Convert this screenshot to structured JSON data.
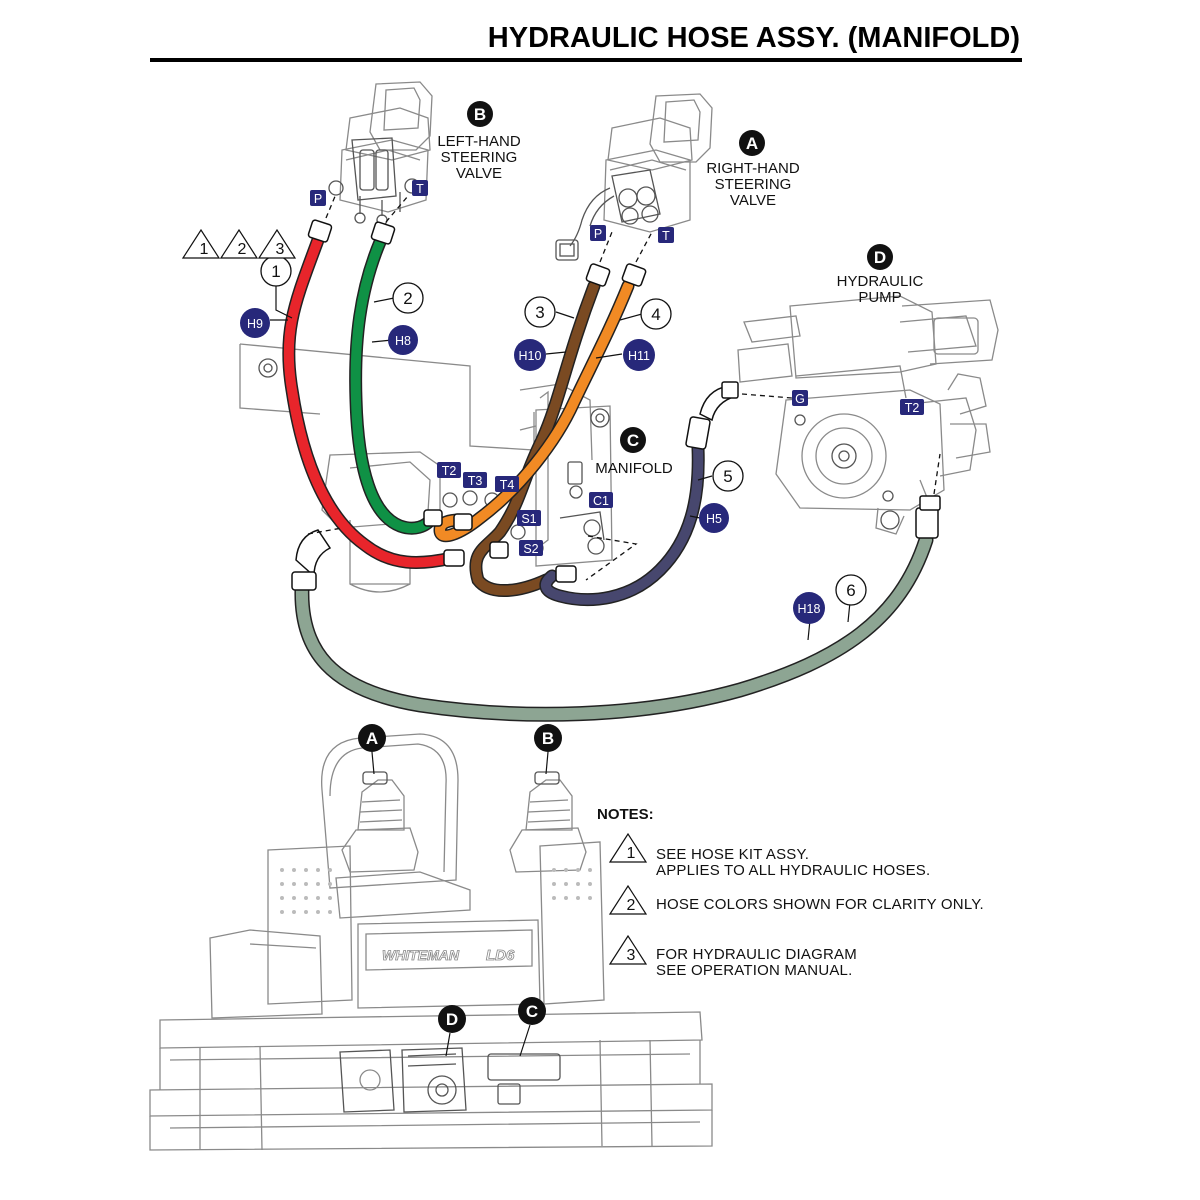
{
  "title": "HYDRAULIC HOSE ASSY. (MANIFOLD)",
  "components": {
    "A": {
      "letter": "A",
      "label_lines": [
        "RIGHT-HAND",
        "STEERING",
        "VALVE"
      ]
    },
    "B": {
      "letter": "B",
      "label_lines": [
        "LEFT-HAND",
        "STEERING",
        "VALVE"
      ]
    },
    "C": {
      "letter": "C",
      "label_lines": [
        "MANIFOLD"
      ]
    },
    "D": {
      "letter": "D",
      "label_lines": [
        "HYDRAULIC",
        "PUMP"
      ]
    }
  },
  "ports": {
    "b_p": "P",
    "b_t": "T",
    "a_p": "P",
    "a_t": "T",
    "m_t2": "T2",
    "m_t3": "T3",
    "m_t4": "T4",
    "m_c1": "C1",
    "m_s1": "S1",
    "m_s2": "S2",
    "pump_g": "G",
    "pump_t2": "T2"
  },
  "hoses": [
    {
      "item": "1",
      "code": "H9",
      "color": "#e8252b"
    },
    {
      "item": "2",
      "code": "H8",
      "color": "#0f9145"
    },
    {
      "item": "3",
      "code": "H10",
      "color": "#7a4a22"
    },
    {
      "item": "4",
      "code": "H11",
      "color": "#f18a24"
    },
    {
      "item": "5",
      "code": "H5",
      "color": "#47476e"
    },
    {
      "item": "6",
      "code": "H18",
      "color": "#8da593"
    }
  ],
  "note_refs": [
    "1",
    "2",
    "3"
  ],
  "notes": {
    "heading": "NOTES:",
    "items": [
      {
        "num": "1",
        "lines": [
          "SEE HOSE KIT ASSY.",
          "APPLIES TO ALL HYDRAULIC HOSES."
        ]
      },
      {
        "num": "2",
        "lines": [
          "HOSE COLORS SHOWN FOR CLARITY ONLY."
        ]
      },
      {
        "num": "3",
        "lines": [
          "FOR HYDRAULIC DIAGRAM",
          "SEE OPERATION MANUAL."
        ]
      }
    ]
  },
  "machine": {
    "brand_logo": "WHITEMAN",
    "model": "LD6",
    "markers": [
      "A",
      "B",
      "C",
      "D"
    ]
  },
  "colors": {
    "badge_blue": "#27287a",
    "badge_black": "#111111",
    "line_art": "#8a8a8a"
  }
}
